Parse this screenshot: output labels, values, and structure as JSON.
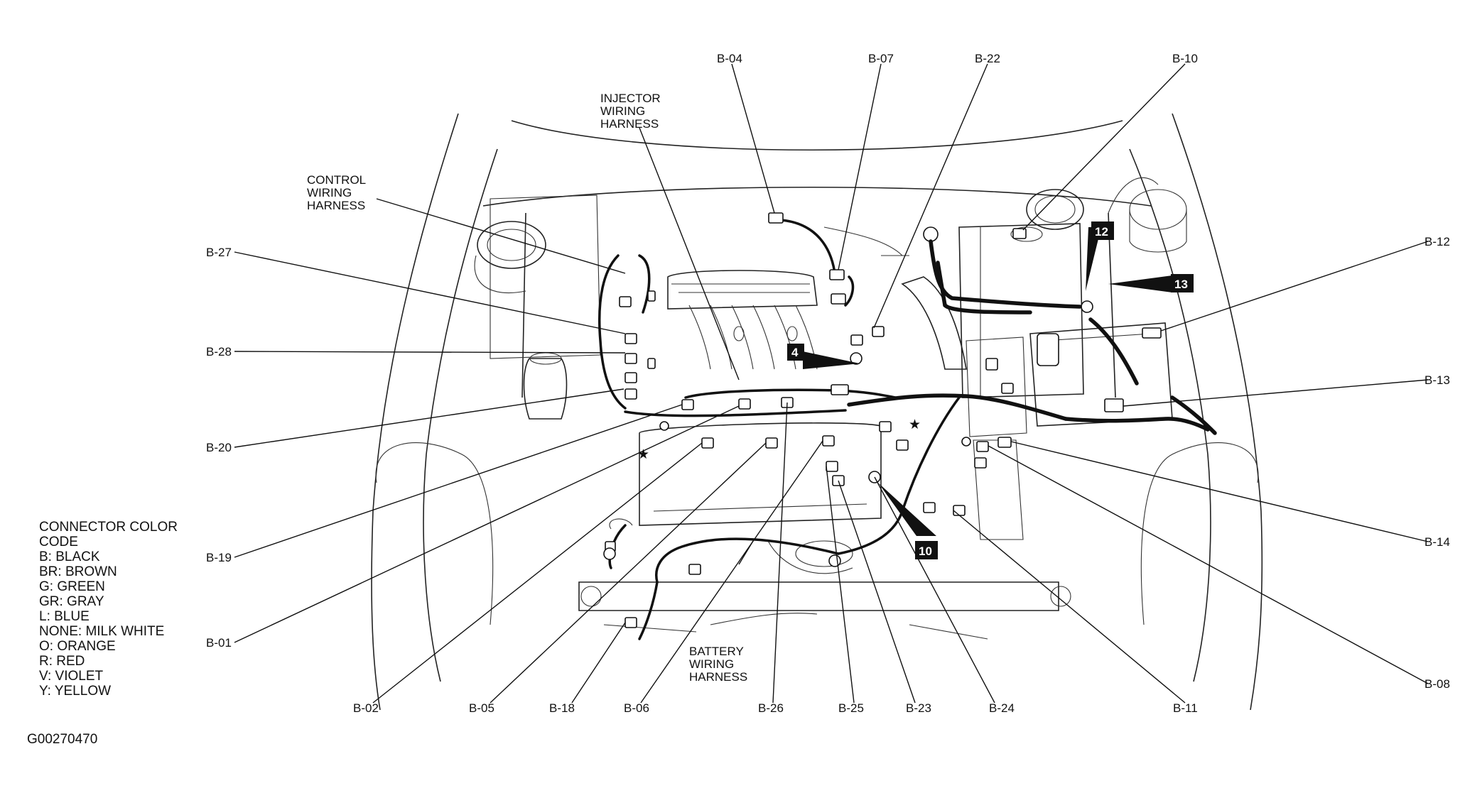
{
  "diagram": {
    "figure_id": "G00270470",
    "harness_labels": {
      "injector": [
        "INJECTOR",
        "WIRING",
        "HARNESS"
      ],
      "control": [
        "CONTROL",
        "WIRING",
        "HARNESS"
      ],
      "battery": [
        "BATTERY",
        "WIRING",
        "HARNESS"
      ]
    },
    "connector_labels": {
      "b04": "B-04",
      "b07": "B-07",
      "b22": "B-22",
      "b10": "B-10",
      "b12": "B-12",
      "b13": "B-13",
      "b14": "B-14",
      "b08": "B-08",
      "b27": "B-27",
      "b28": "B-28",
      "b20": "B-20",
      "b19": "B-19",
      "b01": "B-01",
      "b02": "B-02",
      "b05": "B-05",
      "b18": "B-18",
      "b06": "B-06",
      "b26": "B-26",
      "b25": "B-25",
      "b23": "B-23",
      "b24": "B-24",
      "b11": "B-11"
    },
    "callouts": {
      "c4": "4",
      "c10": "10",
      "c12": "12",
      "c13": "13"
    },
    "legend": {
      "lines": [
        "CONNECTOR COLOR",
        "CODE",
        "B: BLACK",
        "BR: BROWN",
        "G: GREEN",
        "GR: GRAY",
        "L: BLUE",
        "NONE: MILK WHITE",
        "O: ORANGE",
        "R: RED",
        "V: VIOLET",
        "Y: YELLOW"
      ]
    }
  }
}
